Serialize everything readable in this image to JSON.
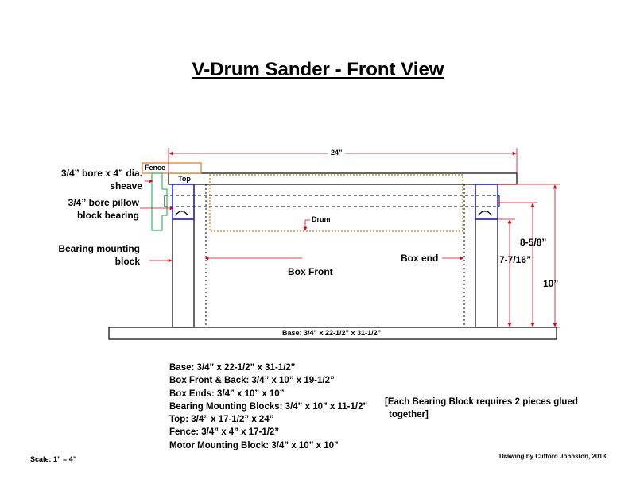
{
  "title": "V-Drum Sander - Front View",
  "labels": {
    "sheave": [
      "3/4” bore x 4” dia.",
      "sheave"
    ],
    "pillow": [
      "3/4” bore pillow",
      "block bearing"
    ],
    "mounting": [
      "Bearing mounting",
      "block"
    ],
    "fence": "Fence",
    "top": "Top",
    "drum": "Drum",
    "box_end": "Box end",
    "box_front": "Box Front",
    "base": "Base:  3/4” x 22-1/2” x 31-1/2”"
  },
  "dimensions": {
    "width": "24”",
    "d1": "8-5/8”",
    "d2": "7-7/16”",
    "d3": "10”"
  },
  "materials": [
    "Base:  3/4” x 22-1/2” x 31-1/2”",
    "Box Front & Back:  3/4” x 10” x 19-1/2”",
    "Box Ends:  3/4” x 10” x 10”",
    "Bearing Mounting Blocks:  3/4” x 10” x 11-1/2”",
    "Top:  3/4” x 17-1/2” x 24”",
    "Fence:  3/4” x 4” x 17-1/2”",
    "Motor Mounting Block:  3/4” x 10” x 10”"
  ],
  "note": [
    "[Each Bearing Block requires 2 pieces glued",
    "together]"
  ],
  "scale": "Scale:  1” = 4”",
  "credit": "Drawing by Clifford Johnston, 2013",
  "colors": {
    "fence": "#e07a1a",
    "drum": "#b8860b",
    "bearing": "#1a1adf",
    "sheave": "#2fbf5f",
    "dim": "#e0001a"
  }
}
